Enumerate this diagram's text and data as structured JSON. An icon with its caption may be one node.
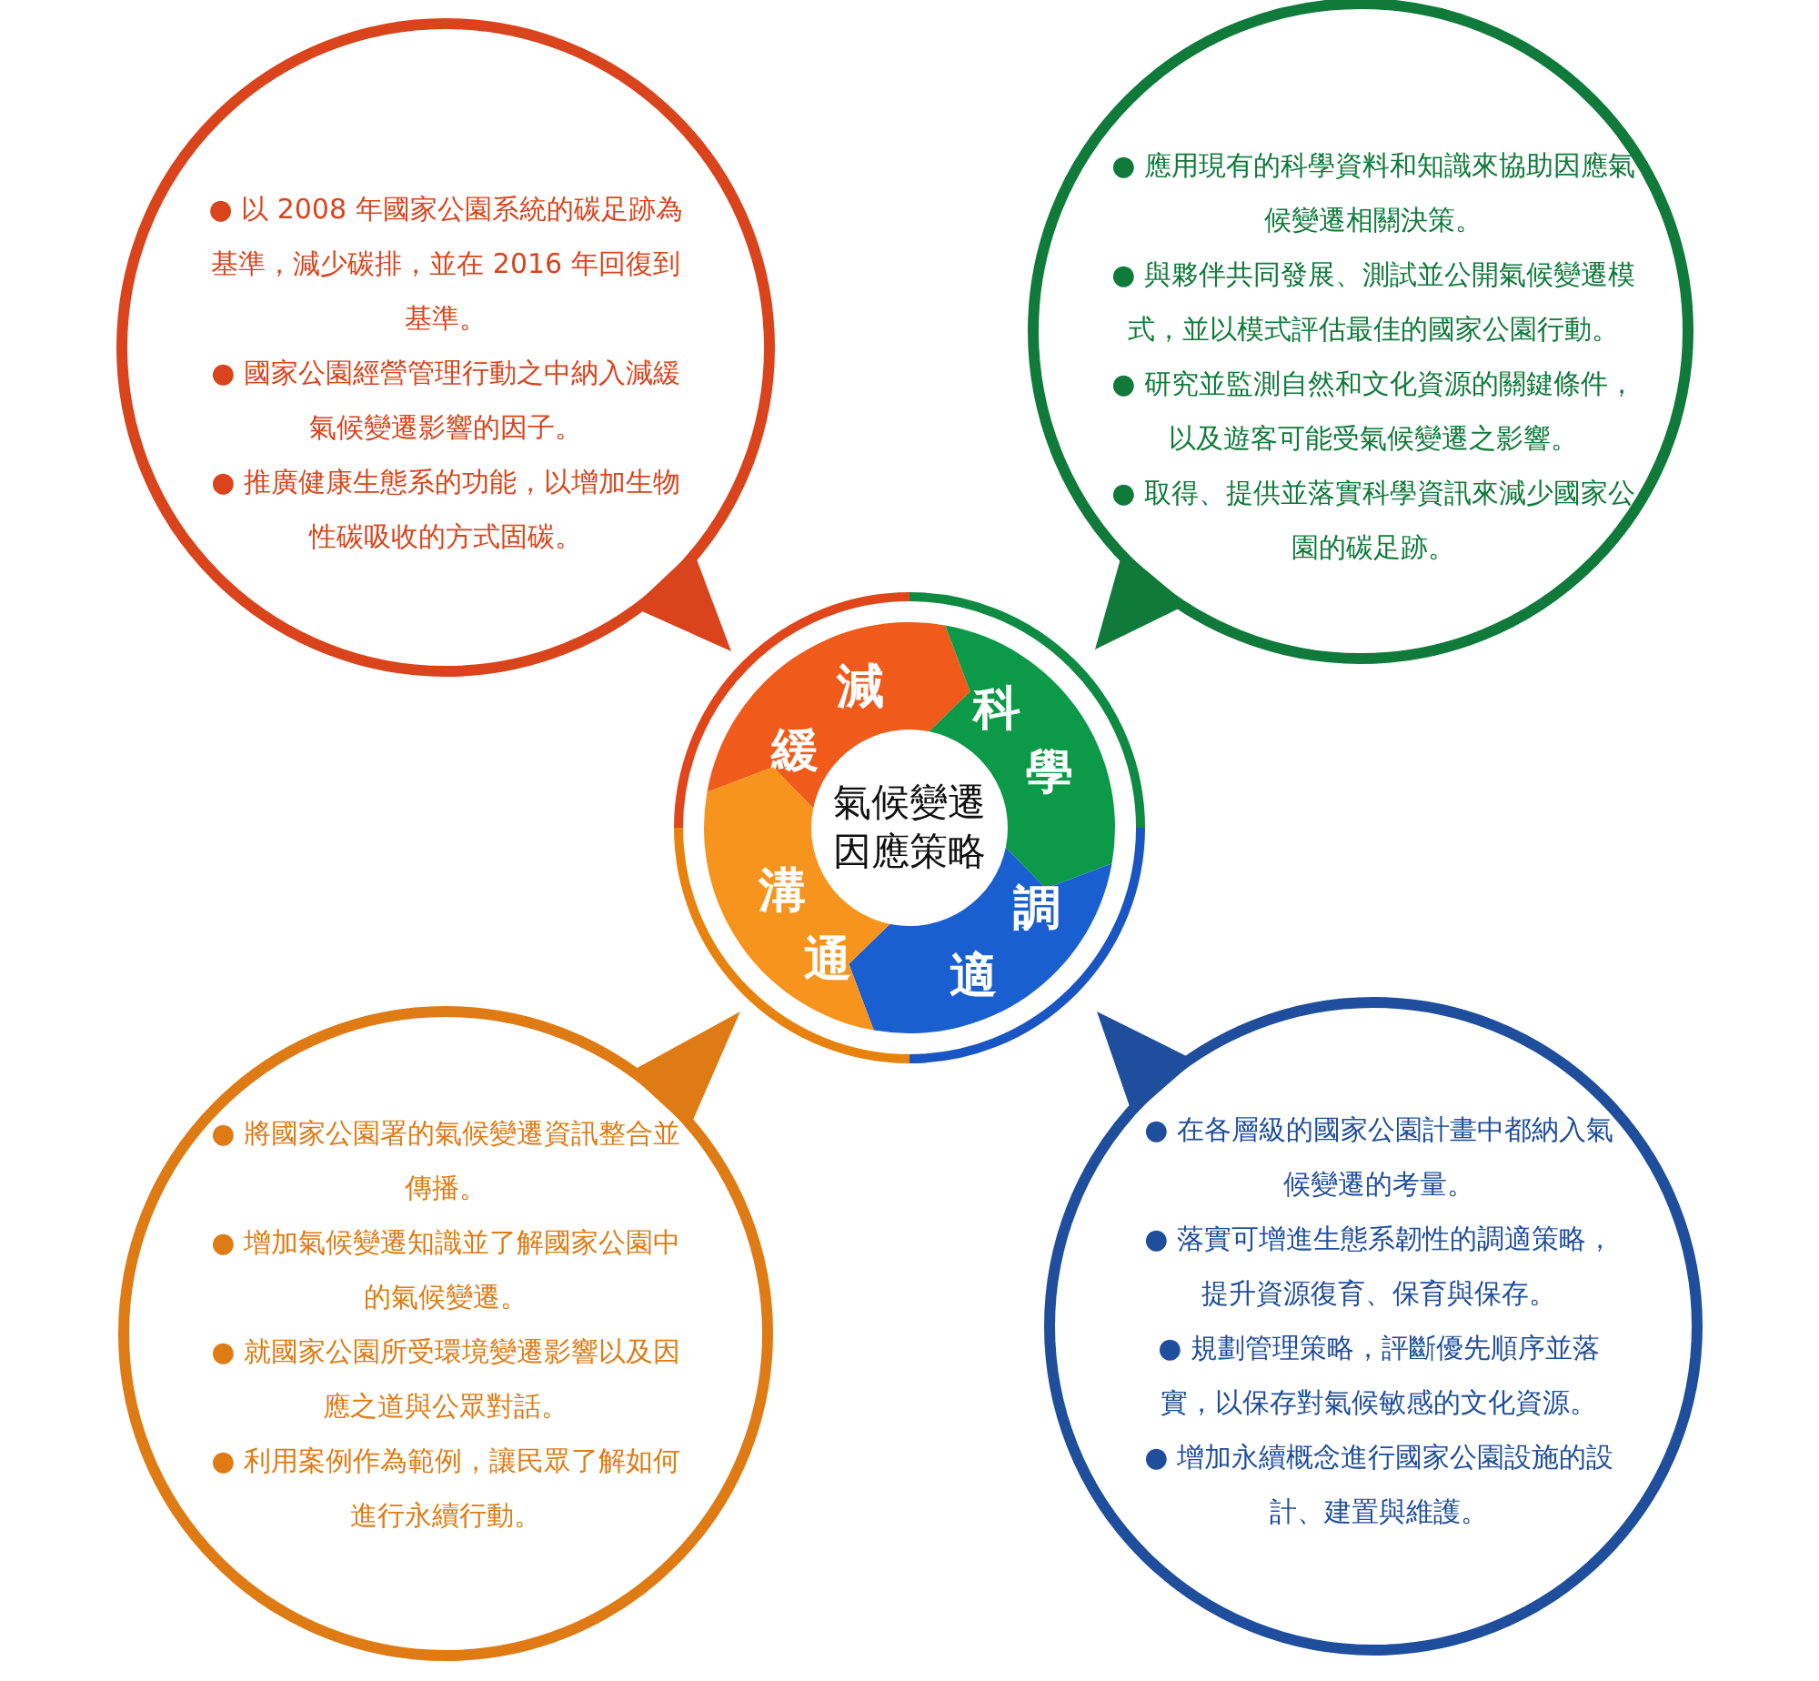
{
  "diagram": {
    "nodes": [
      {
        "text": [
          "氣候變遷因應策略"
        ]
      },
      {
        "text": [
          "減緩"
        ]
      },
      {
        "text": [
          "科學"
        ]
      },
      {
        "text": [
          "調適"
        ]
      },
      {
        "text": [
          "溝通"
        ]
      },
      {
        "text": [
          "● 以 2008 年國家公園系統的碳足跡為基準，減少碳排，並在 2016 年回復到基準。",
          "● 國家公園經營管理行動之中納入減緩氣候變遷影響的因子。",
          "● 推廣健康生態系的功能，以增加生物性碳吸收的方式固碳。"
        ]
      },
      {
        "text": [
          "● 應用現有的科學資料和知識來協助因應氣候變遷相關決策。",
          "● 與夥伴共同發展、測試並公開氣候變遷模式，並以模式評估最佳的國家公園行動。",
          "● 研究並監測自然和文化資源的關鍵條件，以及遊客可能受氣候變遷之影響。",
          "● 取得、提供並落實科學資訊來減少國家公園的碳足跡。"
        ]
      },
      {
        "text": [
          "● 將國家公園署的氣候變遷資訊整合並傳播。",
          "● 增加氣候變遷知識並了解國家公園中的氣候變遷。",
          "● 就國家公園所受環境變遷影響以及因應之道與公眾對話。",
          "● 利用案例作為範例，讓民眾了解如何進行永續行動。"
        ]
      },
      {
        "text": [
          "● 在各層級的國家公園計畫中都納入氣候變遷的考量。",
          "● 落實可增進生態系韌性的調適策略，提升資源復育、保育與保存。",
          "● 規劃管理策略，評斷優先順序並落實，以保存對氣候敏感的文化資源。",
          "● 增加永續概念進行國家公園設施的設計、建置與維護。"
        ]
      }
    ]
  }
}
